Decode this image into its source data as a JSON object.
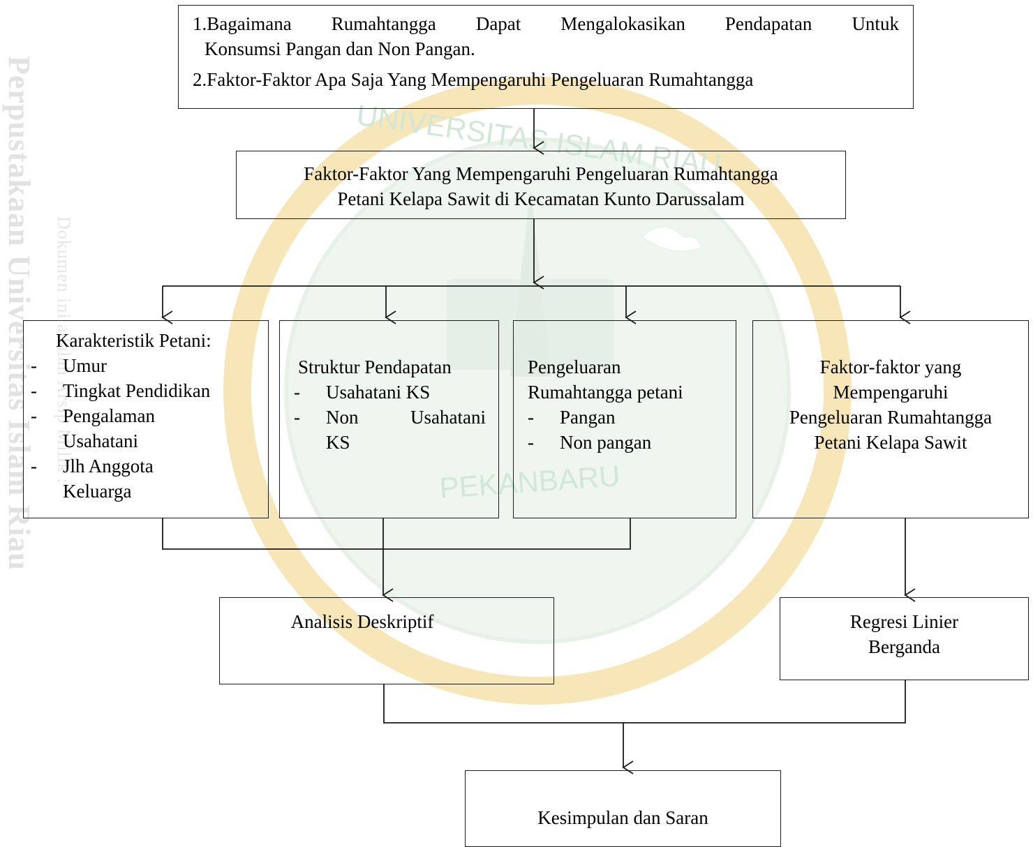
{
  "watermark": {
    "side_title": "Perpustakaan Universitas Islam Riau",
    "side_subtitle": "Dokumen ini adalah Arsip Milik :",
    "seal_top": "UNIVERSITAS ISLAM RIAU",
    "seal_bottom": "PEKANBARU"
  },
  "top_box": {
    "line1_parts": [
      "1.Bagaimana",
      "Rumahtangga",
      "Dapat",
      "Mengalokasikan",
      "Pendapatan",
      "Untuk"
    ],
    "line2": "Konsumsi Pangan dan Non Pangan.",
    "line3": "2.Faktor-Faktor Apa Saja Yang Mempengaruhi Pengeluaran Rumahtangga"
  },
  "factor_box": {
    "line1": "Faktor-Faktor Yang Mempengaruhi Pengeluaran Rumahtangga",
    "line2": "Petani Kelapa Sawit di Kecamatan Kunto Darussalam"
  },
  "box_karakteristik": {
    "title": "Karakteristik Petani:",
    "bullet": "-",
    "items": [
      "Umur",
      "Tingkat Pendidikan",
      "Pengalaman",
      "Usahatani",
      "Jlh Anggota",
      "Keluarga"
    ]
  },
  "box_struktur": {
    "title": "Struktur Pendapatan",
    "bullet": "-",
    "item1": "Usahatani KS",
    "item2_a": "Non",
    "item2_b": "Usahatani",
    "item2_c": "KS"
  },
  "box_pengeluaran": {
    "title1": "Pengeluaran",
    "title2": "Rumahtangga petani",
    "bullet": "-",
    "items": [
      "Pangan",
      "Non pangan"
    ]
  },
  "box_faktor": {
    "lines": [
      "Faktor-faktor yang",
      "Mempengaruhi",
      "Pengeluaran Rumahtangga",
      "Petani Kelapa Sawit"
    ]
  },
  "box_analisis": {
    "label": "Analisis Deskriptif"
  },
  "box_regresi": {
    "lines": [
      "Regresi Linier",
      "Berganda"
    ]
  },
  "box_kesimpulan": {
    "label": "Kesimpulan dan Saran"
  }
}
